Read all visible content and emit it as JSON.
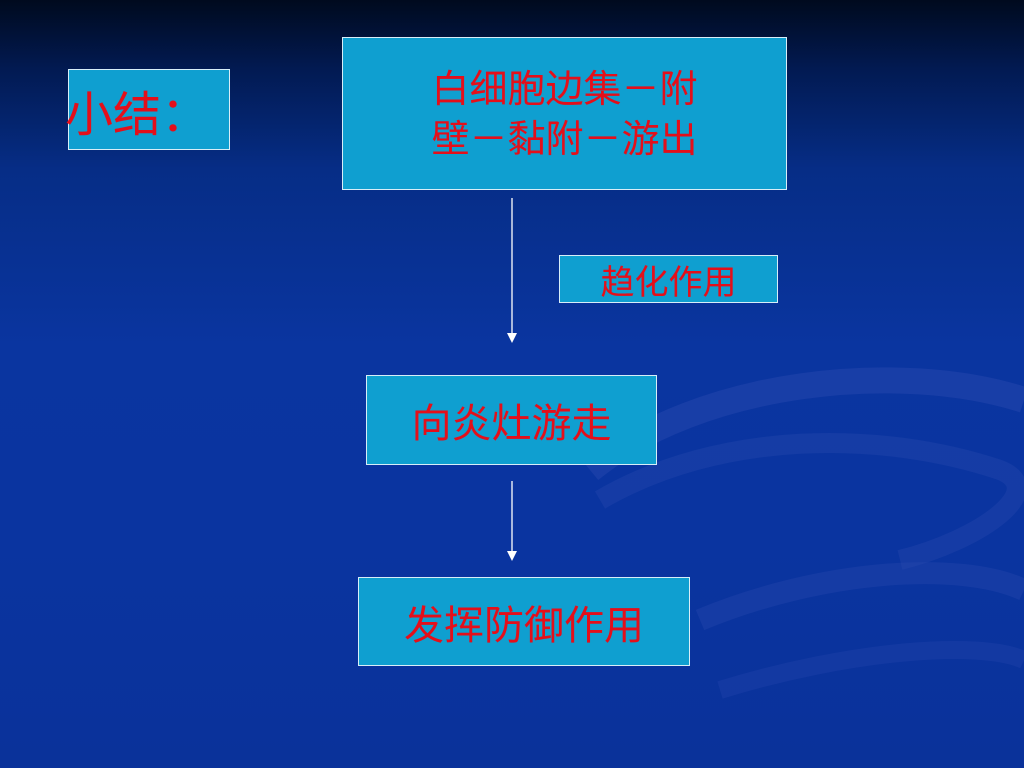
{
  "slide": {
    "title": "小结：",
    "step1_line1": "白细胞边集－附",
    "step1_line2": "壁－黏附－游出",
    "arrow_label": "趋化作用",
    "step2": "向炎灶游走",
    "step3": "发挥防御作用"
  },
  "colors": {
    "background": "#0a35a0",
    "box_fill": "#0f9fd0",
    "box_border": "#d8eef8",
    "text": "#e40f1a",
    "arrow": "#ffffff"
  }
}
